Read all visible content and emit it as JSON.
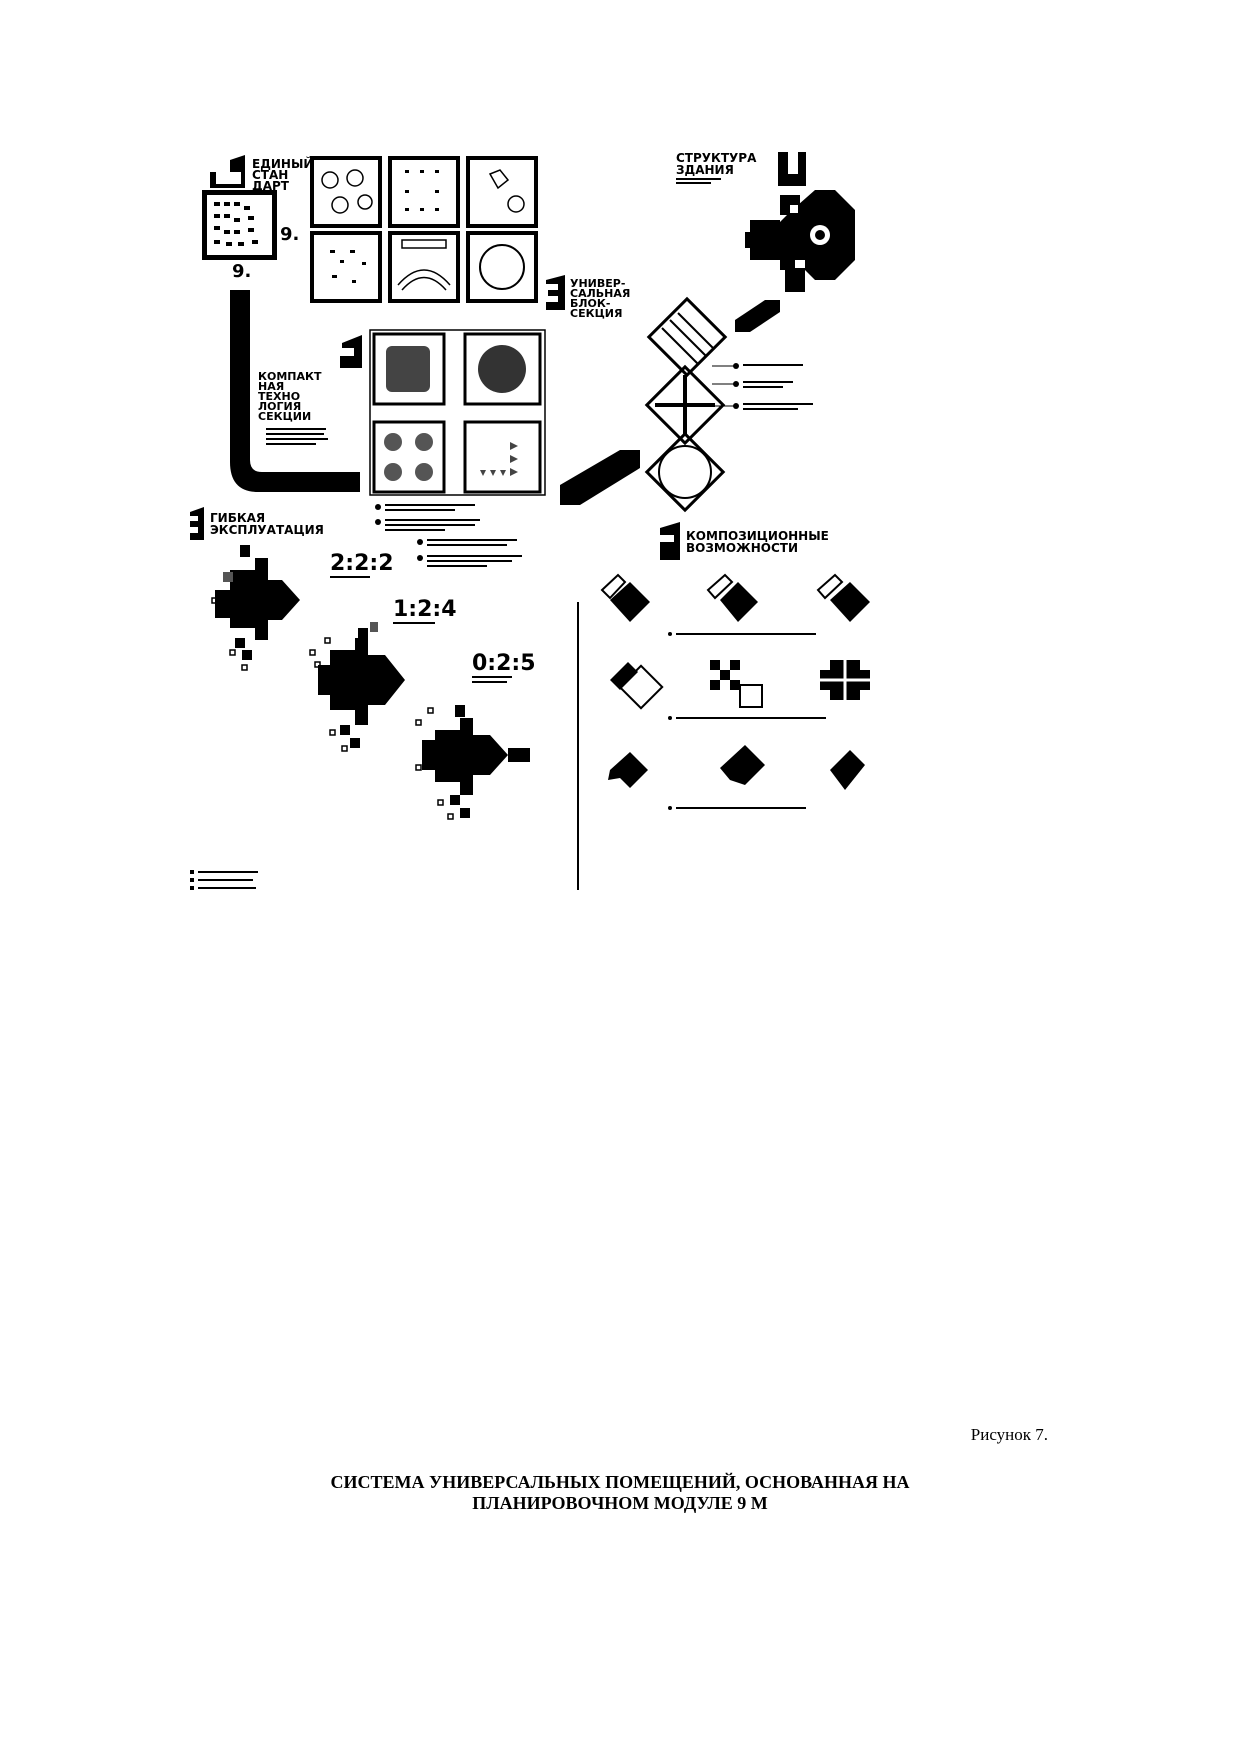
{
  "figure": {
    "sections": [
      {
        "num": "1",
        "title_lines": [
          "ЕДИНЫЙ",
          "СТАН",
          "ДАРТ"
        ],
        "mark": "9.",
        "mark2": "9."
      },
      {
        "num": "2",
        "title_lines": [
          "КОМПАКТ",
          "НАЯ",
          "ТЕХНО",
          "ЛОГИЯ",
          "СЕКЦИИ"
        ]
      },
      {
        "num": "3",
        "title_lines": [
          "УНИВЕР-",
          "САЛЬНАЯ",
          "БЛОК-",
          "СЕКЦИЯ"
        ]
      },
      {
        "num": "4",
        "title_lines": [
          "СТРУКТУРА",
          "ЗДАНИЯ"
        ]
      },
      {
        "num": "5",
        "title_lines": [
          "ГИБКАЯ",
          "ЭКСПЛУАТАЦИЯ"
        ]
      },
      {
        "num": "6",
        "title_lines": [
          "КОМПОЗИЦИОННЫЕ",
          "ВОЗМОЖНОСТИ"
        ]
      }
    ],
    "ratios": [
      "2:2:2",
      "1:2:4",
      "0:2:5"
    ]
  },
  "caption": "Рисунок 7.",
  "title_lines": [
    "СИСТЕМА УНИВЕРСАЛЬНЫХ ПОМЕЩЕНИЙ, ОСНОВАННАЯ НА",
    "ПЛАНИРОВОЧНОМ МОДУЛЕ 9 М"
  ]
}
